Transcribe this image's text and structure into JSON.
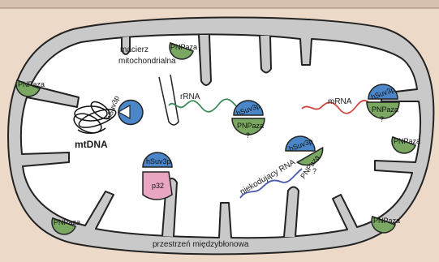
{
  "labels": {
    "matrix_line1": "macierz",
    "matrix_line2": "mitochondrialna",
    "intermembrane": "przestrzeń międzybłonowa",
    "mtdna": "mtDNA",
    "rrna": "rRNA",
    "mrna": "mRNA",
    "noncoding": "niekodujący RNA"
  },
  "proteins": {
    "pnpase": "PNPaza",
    "hsuv3p": "hSuv3p",
    "p32": "p32",
    "unknown_mark": "?"
  },
  "colors": {
    "background": "#ecd9c8",
    "intermembrane_fill": "#c9c9c9",
    "matrix_fill": "#ffffff",
    "outline": "#222222",
    "pnpase_green": "#7aa862",
    "hsuv3p_blue": "#4a86c8",
    "p32_pink": "#e9a6c3",
    "rrna_line": "#3a8a5a",
    "mrna_line": "#d0463e",
    "noncoding_line": "#4a5aa8",
    "question_mark": "#d04020"
  }
}
